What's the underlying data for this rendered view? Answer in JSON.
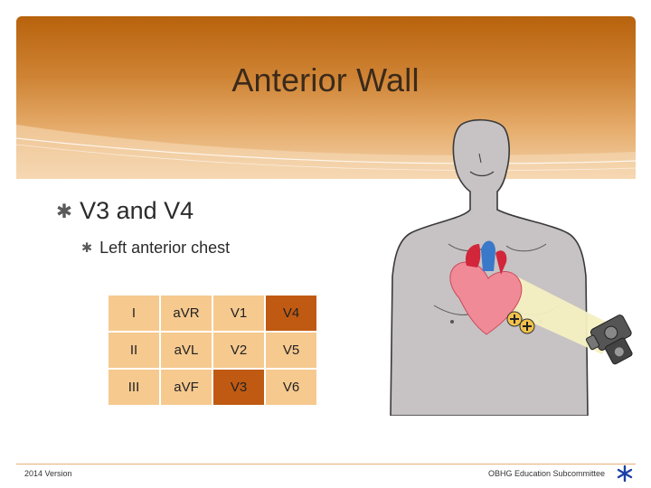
{
  "slide": {
    "title": "Anterior Wall",
    "bullets": [
      {
        "text": "V3 and V4",
        "level": 1
      },
      {
        "text": "Left anterior chest",
        "level": 2
      }
    ],
    "leads_table": {
      "rows": [
        [
          "I",
          "aVR",
          "V1",
          "V4"
        ],
        [
          "II",
          "aVL",
          "V2",
          "V5"
        ],
        [
          "III",
          "aVF",
          "V3",
          "V6"
        ]
      ],
      "highlighted": [
        "V4",
        "V3"
      ]
    },
    "footer": {
      "left": "2014 Version",
      "right": "OBHG Education Subcommittee"
    },
    "colors": {
      "banner_top": "#b8620c",
      "cell_fill": "#f6c98f",
      "cell_highlight": "#c05a12"
    },
    "icons": [
      "bullet-asterisk-icon",
      "heart-icon",
      "camera-icon",
      "plus-icon"
    ]
  }
}
